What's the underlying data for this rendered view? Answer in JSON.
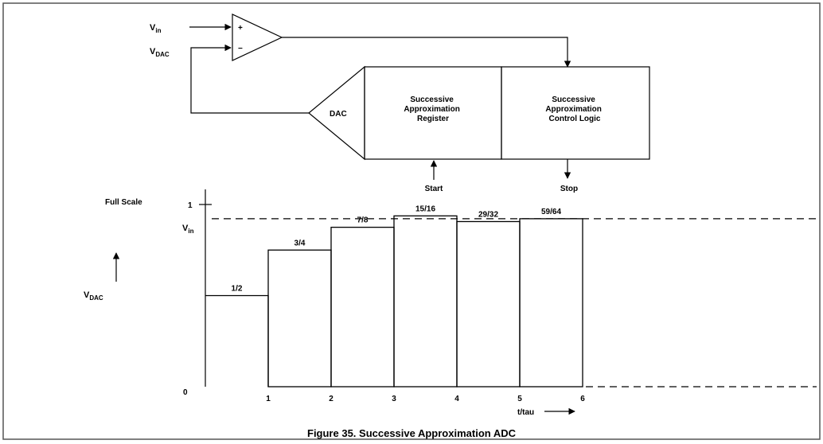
{
  "diagram": {
    "vin": {
      "main": "V",
      "sub": "in"
    },
    "vdac": {
      "main": "V",
      "sub": "DAC"
    },
    "comparator": {
      "plus": "+",
      "minus": "−"
    },
    "dac_label": "DAC",
    "sar_lines": [
      "Successive",
      "Approximation",
      "Register"
    ],
    "ctrl_lines": [
      "Successive",
      "Approximation",
      "Control Logic"
    ],
    "start_label": "Start",
    "stop_label": "Stop"
  },
  "chart_data": {
    "type": "step",
    "y_axis": {
      "full_scale_label": "Full Scale",
      "one_tick": "1",
      "zero_tick": "0",
      "vin_label": {
        "main": "V",
        "sub": "in"
      },
      "axis_title": {
        "main": "V",
        "sub": "DAC"
      }
    },
    "x_label": "t/tau",
    "x_ticks": [
      "1",
      "2",
      "3",
      "4",
      "5",
      "6"
    ],
    "vin_level": 0.9219,
    "steps": [
      {
        "label": "1/2",
        "value": 0.5
      },
      {
        "label": "3/4",
        "value": 0.75
      },
      {
        "label": "7/8",
        "value": 0.875
      },
      {
        "label": "15/16",
        "value": 0.9375
      },
      {
        "label": "29/32",
        "value": 0.90625
      },
      {
        "label": "59/64",
        "value": 0.921875
      }
    ]
  },
  "caption": "Figure 35.   Successive Approximation ADC"
}
